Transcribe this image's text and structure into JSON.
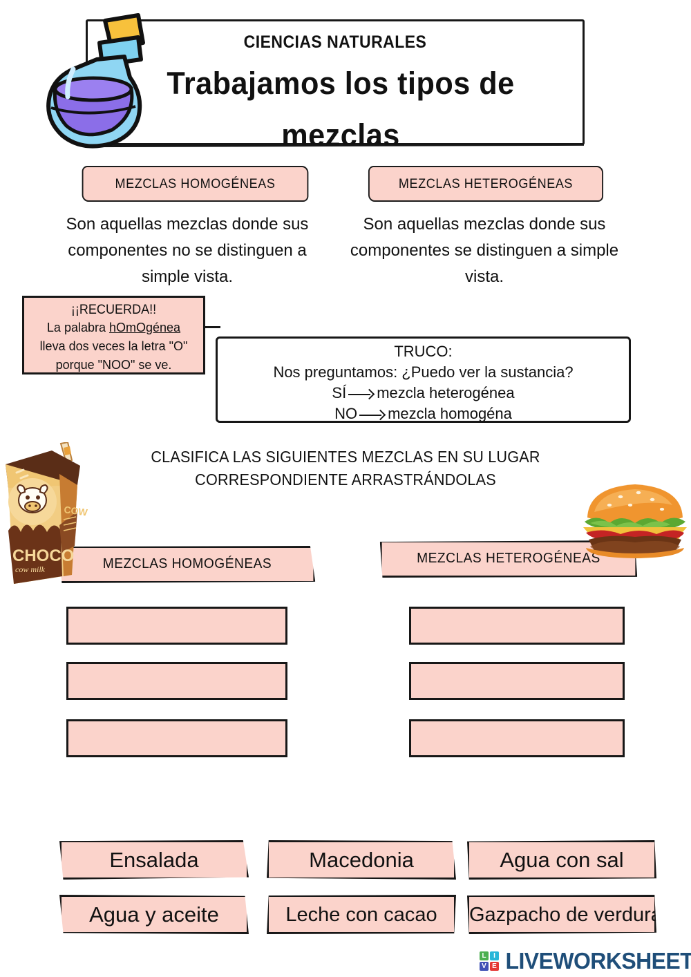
{
  "header": {
    "subject": "CIENCIAS NATURALES",
    "title": "Trabajamos los tipos de mezclas",
    "icon": "potion-bottle-icon"
  },
  "definitions": {
    "left": {
      "chip_label": "MEZCLAS HOMOGÉNEAS",
      "text": "Son aquellas mezclas donde sus componentes no se distinguen a simple vista."
    },
    "right": {
      "chip_label": "MEZCLAS HETEROGÉNEAS",
      "text": "Son aquellas mezclas donde sus componentes se distinguen a simple vista."
    }
  },
  "recuerda": {
    "title": "¡¡RECUERDA!!",
    "line1_prefix": "La palabra ",
    "line1_underlined": "hOmOgénea",
    "line2": "lleva dos veces la letra \"O\"",
    "line3": "porque \"NOO\" se ve."
  },
  "truco": {
    "title": "TRUCO:",
    "question": "Nos preguntamos: ¿Puedo ver la sustancia?",
    "yes_label": "SÍ",
    "yes_result": "mezcla heterogénea",
    "no_label": "NO",
    "no_result": "mezcla homogéna"
  },
  "instructions": {
    "line1": "CLASIFICA LAS SIGUIENTES MEZCLAS EN SU LUGAR",
    "line2": "CORRESPONDIENTE ARRASTRÁNDOLAS"
  },
  "categories": {
    "homogeneous": {
      "label": "MEZCLAS HOMOGÉNEAS",
      "slots": [
        "",
        "",
        ""
      ],
      "illustration": "chocolate-milk-carton-icon"
    },
    "heterogeneous": {
      "label": "MEZCLAS HETEROGÉNEAS",
      "slots": [
        "",
        "",
        ""
      ],
      "illustration": "hamburger-icon"
    }
  },
  "word_bank": [
    "Ensalada",
    "Macedonia",
    "Agua con sal",
    "Agua y aceite",
    "Leche con cacao",
    "Gazpacho de verdura"
  ],
  "footer": {
    "brand": "LIVEWORKSHEETS",
    "mark_letters": [
      "L",
      "I",
      "V",
      "E"
    ]
  },
  "colors": {
    "pink_fill": "#fbd3cb",
    "ink": "#171717",
    "brand_blue": "#1f4e79"
  }
}
